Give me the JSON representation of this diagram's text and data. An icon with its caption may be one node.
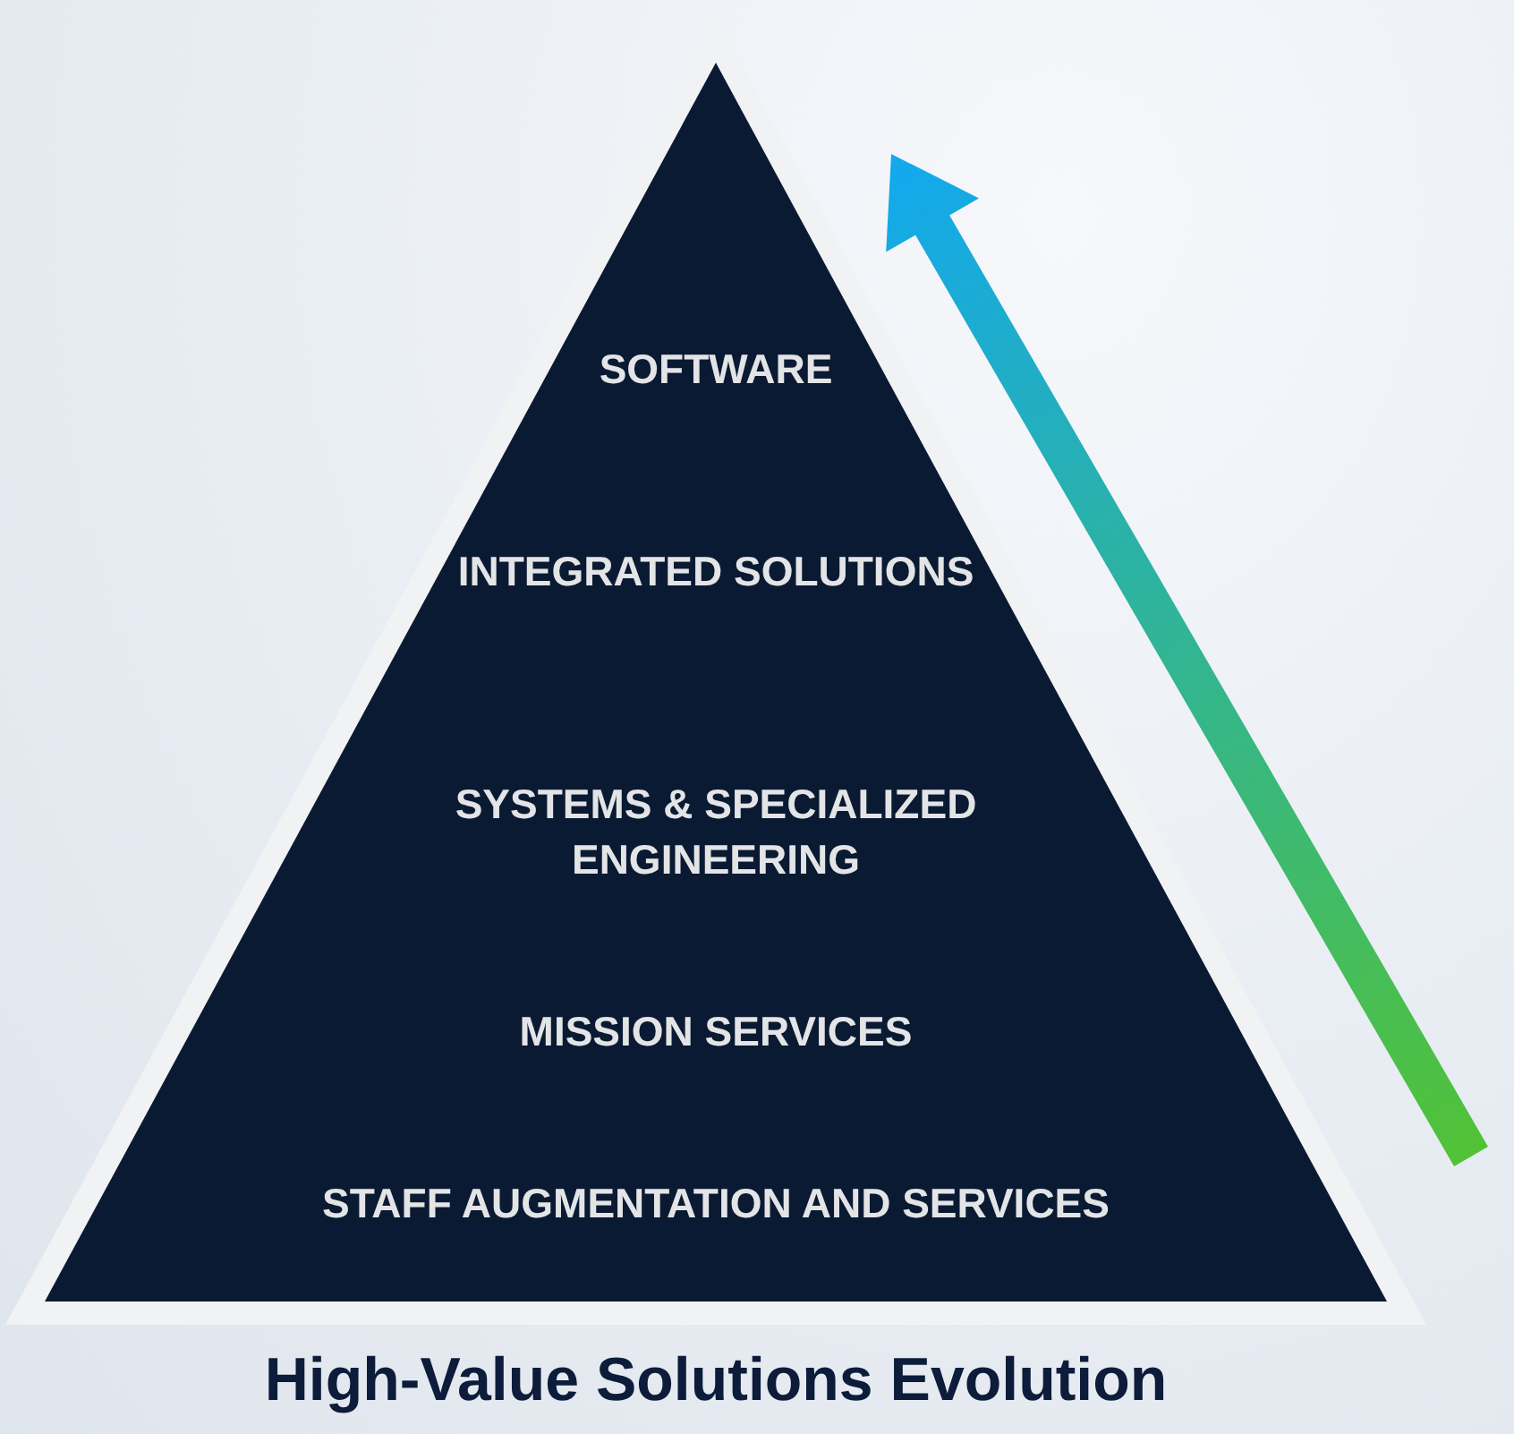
{
  "diagram": {
    "title": "High-Value Solutions Evolution",
    "nodes": [
      {
        "text": [
          "SOFTWARE",
          "INTEGRATED SOLUTIONS",
          "SYSTEMS & SPECIALIZED ENGINEERING",
          "MISSION SERVICES",
          "STAFF AUGMENTATION AND SERVICES"
        ]
      }
    ]
  }
}
